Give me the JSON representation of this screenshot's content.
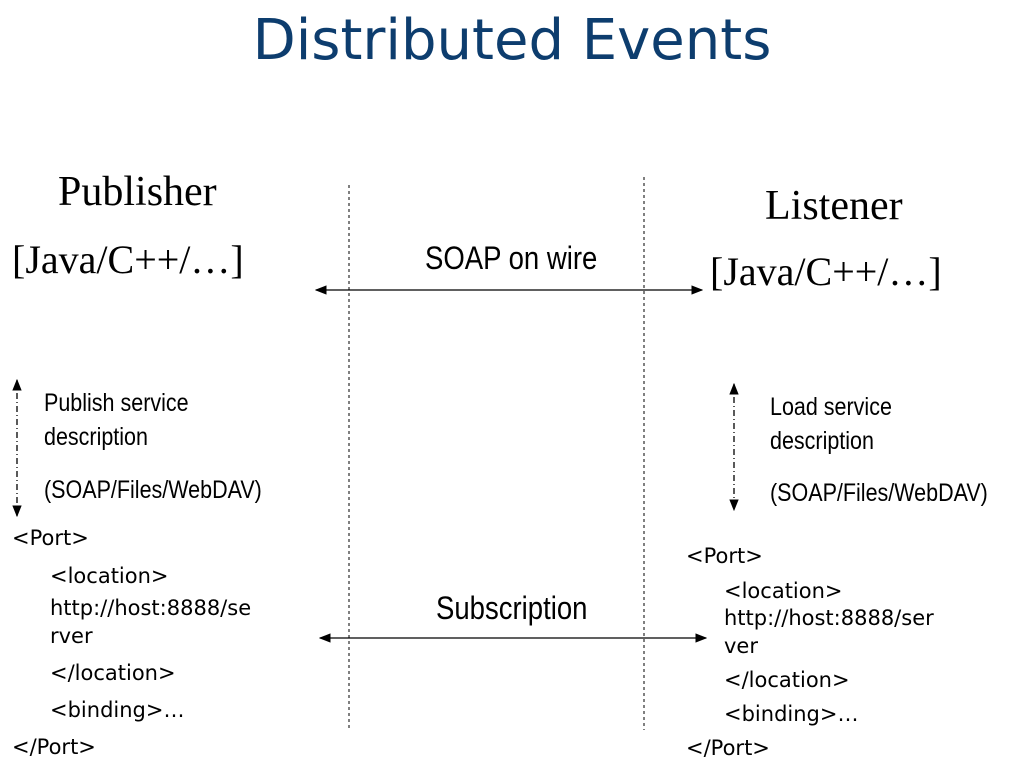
{
  "title": "Distributed Events",
  "publisher": {
    "heading": "Publisher",
    "lang": "[Java/C++/…]",
    "desc_line1": "Publish service",
    "desc_line2": "description",
    "desc_protocols": "(SOAP/Files/WebDAV)",
    "port_open": "<Port>",
    "location_open": "<location>",
    "url_line1": "http://host:8888/se",
    "url_line2": "rver",
    "location_close": "</location>",
    "binding": "<binding>…",
    "port_close": "</Port>"
  },
  "listener": {
    "heading": "Listener",
    "lang": "[Java/C++/…]",
    "desc_line1": "Load service",
    "desc_line2": "description",
    "desc_protocols": "(SOAP/Files/WebDAV)",
    "port_open": "<Port>",
    "location_open": "<location>",
    "url_line1": "http://host:8888/ser",
    "url_line2": "ver",
    "location_close": "</location>",
    "binding": "<binding>…",
    "port_close": "</Port>"
  },
  "connections": {
    "soap_label": "SOAP on wire",
    "subscription_label": "Subscription"
  },
  "colors": {
    "title": "#0d3d6e",
    "text": "#000000"
  }
}
